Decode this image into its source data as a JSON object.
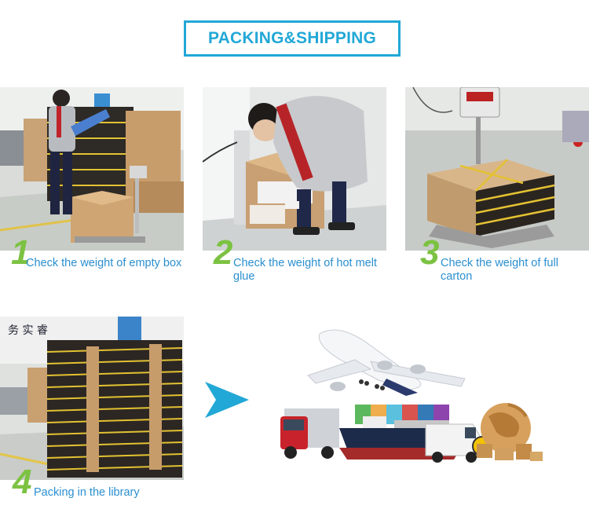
{
  "title": "PACKING&SHIPPING",
  "steps": [
    {
      "number": "1",
      "caption": "Check the weight of empty box"
    },
    {
      "number": "2",
      "caption": "Check the weight of hot melt glue"
    },
    {
      "number": "3",
      "caption": "Check the weight of full carton"
    },
    {
      "number": "4",
      "caption": "Packing in the library"
    }
  ],
  "colors": {
    "accent": "#22a8d6",
    "step_number": "#7cc242",
    "caption": "#2a8fd0"
  },
  "icons": {
    "arrow": "right-arrow-icon"
  }
}
